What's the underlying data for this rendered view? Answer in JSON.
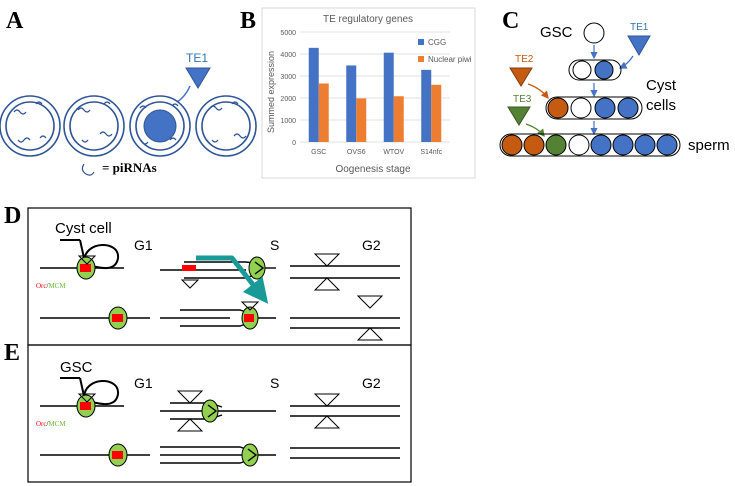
{
  "panel_letters": {
    "a": "A",
    "b": "B",
    "c": "C",
    "d": "D",
    "e": "E"
  },
  "panel_a": {
    "te_label": "TE1",
    "legend_text": "= piRNAs"
  },
  "chart_data": {
    "type": "bar",
    "title": "TE regulatory genes",
    "xlabel": "Oogenesis stage",
    "ylabel": "Summed expression",
    "categories": [
      "GSC",
      "OVS6",
      "WTOV",
      "S14nfc"
    ],
    "ylim": [
      0,
      5000
    ],
    "yticks": [
      0,
      1000,
      2000,
      3000,
      4000,
      5000
    ],
    "legend_position": "top-right",
    "series": [
      {
        "name": "CGG",
        "color": "#4472c4",
        "values": [
          4280,
          3480,
          4060,
          3280
        ]
      },
      {
        "name": "Nuclear piwi",
        "color": "#ed7d31",
        "values": [
          2660,
          1980,
          2080,
          2600
        ]
      }
    ]
  },
  "panel_c": {
    "gsc_label": "GSC",
    "te1": "TE1",
    "te2": "TE2",
    "te3": "TE3",
    "cyst_line1": "Cyst",
    "cyst_line2": "cells",
    "sperm": "sperm"
  },
  "panel_d": {
    "cell_label": "Cyst cell",
    "phase_g1": "G1",
    "phase_s": "S",
    "phase_g2": "G2",
    "orc": "Orc",
    "slash": "/",
    "mcm": "MCM"
  },
  "panel_e": {
    "cell_label": "GSC",
    "phase_g1": "G1",
    "phase_s": "S",
    "phase_g2": "G2",
    "orc": "Orc",
    "slash": "/",
    "mcm": "MCM"
  },
  "colors": {
    "blue": "#4472c4",
    "orange": "#ed7d31",
    "c_orange": "#c55a11",
    "c_green": "#548235",
    "c_blue": "#2f5597",
    "mcm_green": "#92d050",
    "orc_red": "#ff0000",
    "teal": "#1a9a96",
    "te_blue": "#4472c4"
  }
}
